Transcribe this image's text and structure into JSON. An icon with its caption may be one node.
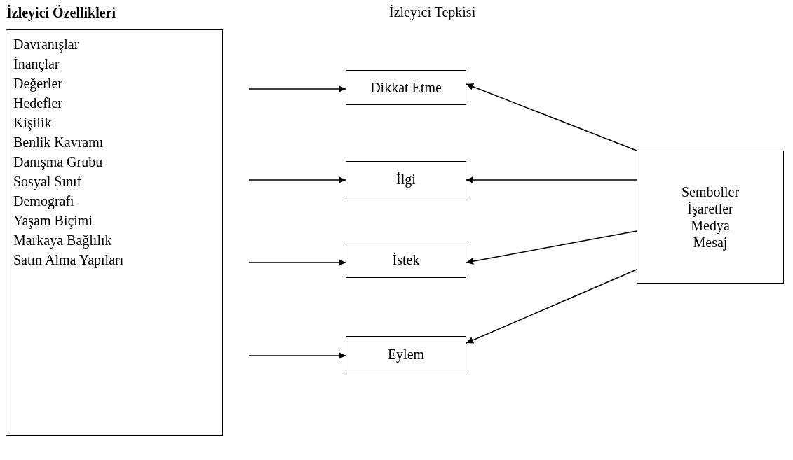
{
  "diagram": {
    "nodes": [
      {
        "text": [
          "İzleyici Özellikleri",
          "Davranışlar",
          "İnançlar",
          "Değerler",
          "Hedefler",
          "Kişilik",
          "Benlik Kavramı",
          "Danışma Grubu",
          "Sosyal Sınıf",
          "Demografi",
          "Yaşam Biçimi",
          "Markaya Bağlılık",
          "Satın Alma Yapıları"
        ]
      },
      {
        "text": [
          "Dikkat Etme"
        ]
      },
      {
        "text": [
          "İlgi"
        ]
      },
      {
        "text": [
          "İstek"
        ]
      },
      {
        "text": [
          "Eylem"
        ]
      },
      {
        "text": [
          "Semboller",
          "İşaretler",
          "Medya",
          "Mesaj"
        ]
      }
    ],
    "edges": [
      {
        "from": null,
        "to": 1,
        "arrow": "to"
      },
      {
        "from": null,
        "to": 2,
        "arrow": "to"
      },
      {
        "from": null,
        "to": 3,
        "arrow": "to"
      },
      {
        "from": null,
        "to": 4,
        "arrow": "to"
      },
      {
        "from": 5,
        "to": 1,
        "arrow": "to"
      },
      {
        "from": 5,
        "to": 2,
        "arrow": "to"
      },
      {
        "from": 5,
        "to": 3,
        "arrow": "to"
      },
      {
        "from": 5,
        "to": 4,
        "arrow": "to"
      }
    ],
    "labels": [
      "İzleyici Tepkisi"
    ]
  }
}
